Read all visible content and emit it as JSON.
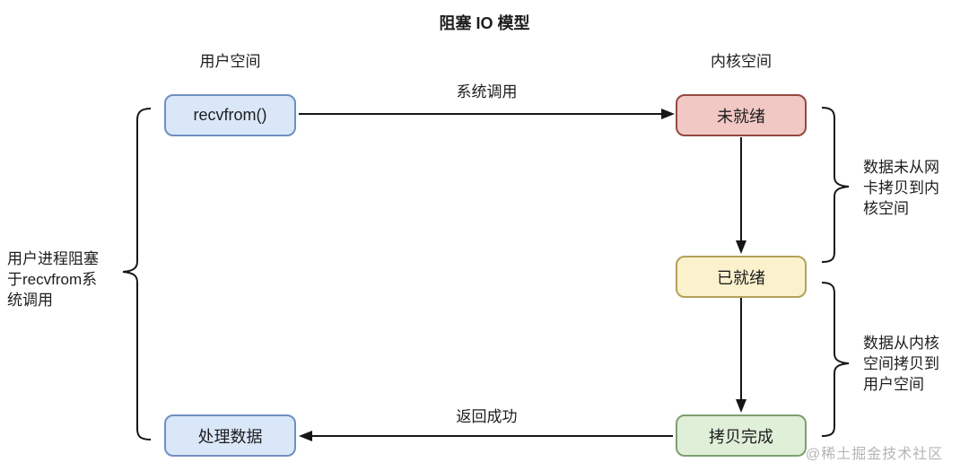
{
  "title": "阻塞 IO 模型",
  "columns": {
    "user": "用户空间",
    "kernel": "内核空间"
  },
  "nodes": {
    "recvfrom": {
      "label": "recvfrom()"
    },
    "not_ready": {
      "label": "未就绪"
    },
    "ready": {
      "label": "已就绪"
    },
    "copy_done": {
      "label": "拷贝完成"
    },
    "process_data": {
      "label": "处理数据"
    }
  },
  "edges": {
    "syscall": {
      "label": "系统调用"
    },
    "return_success": {
      "label": "返回成功"
    }
  },
  "annotations": {
    "left": "用户进程阻塞\n于recvfrom系\n统调用",
    "right_top": "数据未从网\n卡拷贝到内\n核空间",
    "right_bottom": "数据从内核\n空间拷贝到\n用户空间"
  },
  "watermark": "@稀土掘金技术社区",
  "colors": {
    "node_blue_fill": "#dae7f8",
    "node_blue_border": "#6f8fc0",
    "node_red_fill": "#f2c8c4",
    "node_red_border": "#94493f",
    "node_yellow_fill": "#fbf2cd",
    "node_yellow_border": "#b4a159",
    "node_green_fill": "#e0efd8",
    "node_green_border": "#7f9e71",
    "line": "#161616",
    "watermark": "#b5b5b5"
  }
}
